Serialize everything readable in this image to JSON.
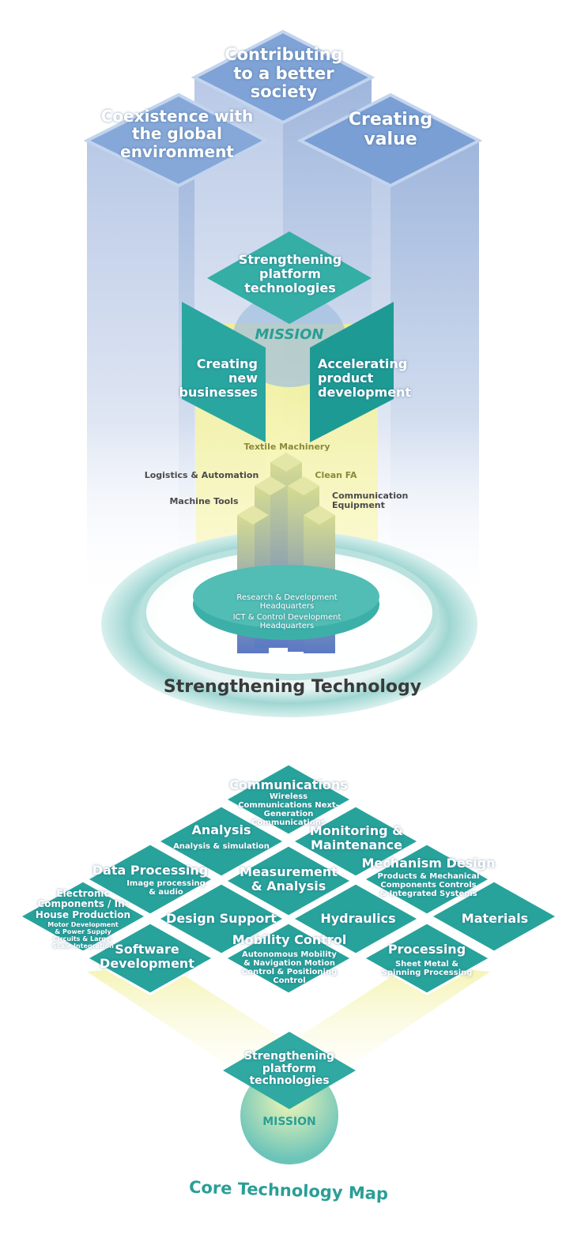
{
  "top_pillars": {
    "center": "Contributing to a better society",
    "left": "Coexistence with the global environment",
    "right": "Creating value"
  },
  "mission_block": {
    "top": "Strengthening platform technologies",
    "mission": "MISSION",
    "left": "Creating new businesses",
    "right": "Accelerating product development"
  },
  "business_fields": {
    "textile": "Textile Machinery",
    "logistics": "Logistics & Automation",
    "clean_fa": "Clean FA",
    "machine_tools": "Machine Tools",
    "communication": "Communication Equipment"
  },
  "headquarters": {
    "rd": "Research & Development Headquarters",
    "ict": "ICT & Control Development Headquarters"
  },
  "strengthening_title": "Strengthening Technology",
  "tech_map": {
    "communications": {
      "title": "Communications",
      "sub": "Wireless Communications Next-Generation Communications"
    },
    "analysis": {
      "title": "Analysis",
      "sub": "Analysis & simulation"
    },
    "monitoring": {
      "title": "Monitoring & Maintenance"
    },
    "data_processing": {
      "title": "Data Processing",
      "sub": "Image processing & audio"
    },
    "measurement": {
      "title": "Measurement & Analysis"
    },
    "mechanism": {
      "title": "Mechanism Design",
      "sub": "Products & Mechanical Components Controls & Integrated Systems"
    },
    "electronic": {
      "title": "Electronic Components / In-House Production",
      "sub": "Motor Development & Power Supply Circuits & Large-Scale Integration"
    },
    "design_support": {
      "title": "Design Support"
    },
    "hydraulics": {
      "title": "Hydraulics"
    },
    "materials": {
      "title": "Materials"
    },
    "software": {
      "title": "Software Development"
    },
    "mobility": {
      "title": "Mobility Control",
      "sub": "Autonomous Mobility & Navigation Motion Control & Positioning Control"
    },
    "processing": {
      "title": "Processing",
      "sub": "Sheet Metal & Spinning Processing"
    }
  },
  "bottom_mission": {
    "top": "Strengthening platform technologies",
    "mission": "MISSION"
  },
  "core_map_title": "Core Technology Map"
}
